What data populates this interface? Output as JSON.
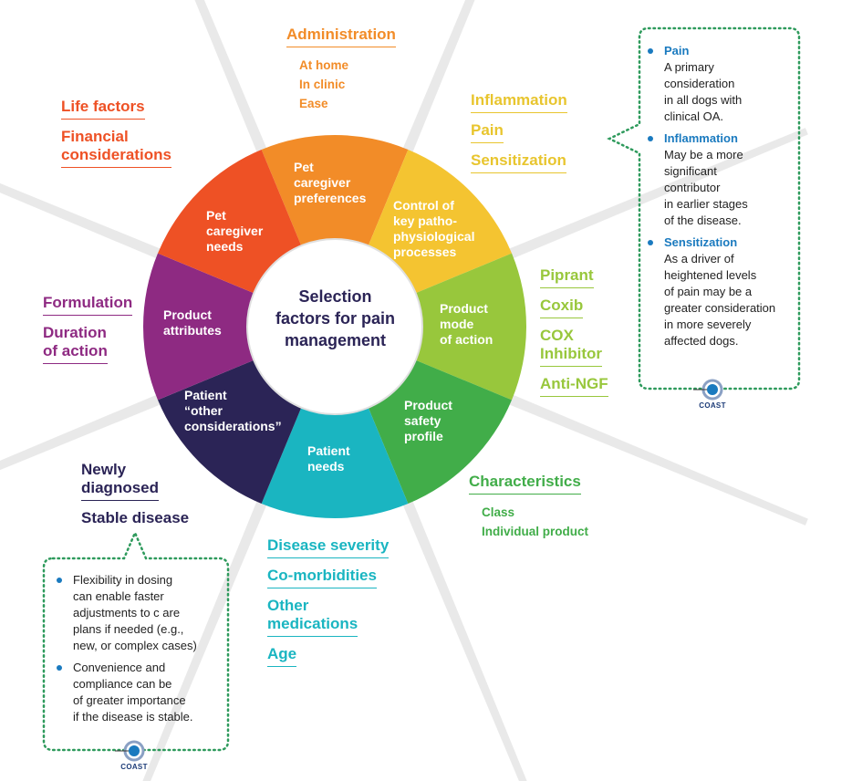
{
  "center": {
    "text": "Selection\nfactors for pain\nmanagement"
  },
  "segments": [
    {
      "name": "pet-caregiver-preferences",
      "label": "Pet\ncaregiver\npreferences",
      "color": "#f28c28"
    },
    {
      "name": "control-of-key-pathophysiological-processes",
      "label": "Control of\nkey patho-\nphysiological\nprocesses",
      "color": "#f4c431"
    },
    {
      "name": "product-mode-of-action",
      "label": "Product\nmode\nof action",
      "color": "#98c73c"
    },
    {
      "name": "product-safety-profile",
      "label": "Product\nsafety\nprofile",
      "color": "#41ad49"
    },
    {
      "name": "patient-needs",
      "label": "Patient\nneeds",
      "color": "#1ab5c1"
    },
    {
      "name": "patient-other-considerations",
      "label": "Patient\n“other\nconsiderations”",
      "color": "#2b2456"
    },
    {
      "name": "product-attributes",
      "label": "Product\nattributes",
      "color": "#8e2a82"
    },
    {
      "name": "pet-caregiver-needs",
      "label": "Pet\ncaregiver\nneeds",
      "color": "#ee5125"
    }
  ],
  "groups": {
    "administration": {
      "color": "#f28c28",
      "heads": [
        "Administration"
      ],
      "subs": [
        "At home",
        "In clinic",
        "Ease"
      ]
    },
    "inflammation": {
      "color": "#e8c52e",
      "heads": [
        "Inflammation",
        "Pain",
        "Sensitization"
      ],
      "subs": []
    },
    "drugs": {
      "color": "#98c73c",
      "heads": [
        "Piprant",
        "Coxib",
        "COX\nInhibitor",
        "Anti-NGF"
      ],
      "subs": []
    },
    "characteristics": {
      "color": "#41ad49",
      "heads": [
        "Characteristics"
      ],
      "subs": [
        "Class",
        "Individual product"
      ]
    },
    "disease": {
      "color": "#1ab5c1",
      "heads": [
        "Disease severity",
        "Co-morbidities",
        "Other\nmedications",
        "Age"
      ],
      "subs": []
    },
    "newly": {
      "color": "#2b2456",
      "heads": [
        "Newly\ndiagnosed",
        "Stable disease"
      ],
      "subs": []
    },
    "formulation": {
      "color": "#8e2a82",
      "heads": [
        "Formulation",
        "Duration\nof action"
      ],
      "subs": []
    },
    "life": {
      "color": "#ee5125",
      "heads": [
        "Life factors",
        "Financial\nconsiderations"
      ],
      "subs": []
    }
  },
  "callout_right": {
    "items": [
      {
        "title": "Pain",
        "body": "A primary\nconsideration\nin all dogs with\nclinical OA."
      },
      {
        "title": "Inflammation",
        "body": "May be a more\nsignificant\ncontributor\nin earlier stages\nof the disease."
      },
      {
        "title": "Sensitization",
        "body": "As a driver of\nheightened levels\nof pain may be a\ngreater consideration\nin more severely\naffected dogs."
      }
    ],
    "logo": "COAST"
  },
  "callout_left": {
    "items": [
      {
        "body": "Flexibility in dosing\ncan enable faster\nadjustments to c are\nplans if needed (e.g.,\nnew, or complex cases)"
      },
      {
        "body": "Convenience and\ncompliance can be\nof greater importance\nif the disease is stable."
      }
    ],
    "logo": "COAST"
  },
  "colors": {
    "callout_border": "#2e9a5c",
    "bullet": "#1a7abf",
    "ray": "#d9d9d9"
  }
}
